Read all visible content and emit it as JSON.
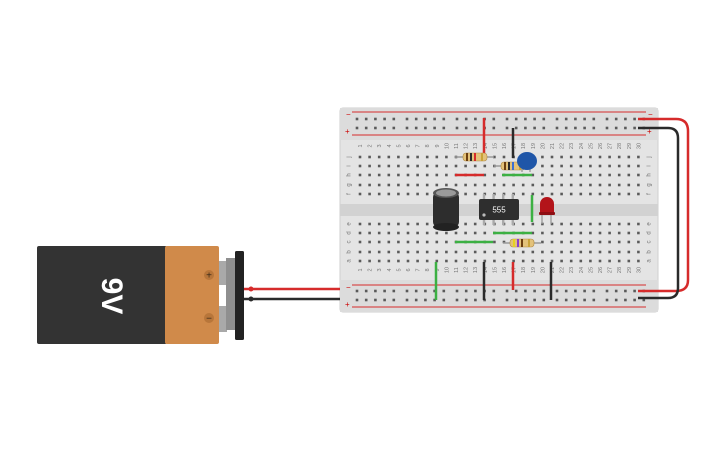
{
  "battery": {
    "label": "9V",
    "plus": "+",
    "minus": "−"
  },
  "breadboard": {
    "rail_plus": "+",
    "rail_minus": "−",
    "columns": [
      "1",
      "2",
      "3",
      "4",
      "5",
      "6",
      "7",
      "8",
      "9",
      "10",
      "11",
      "12",
      "13",
      "14",
      "15",
      "16",
      "17",
      "18",
      "19",
      "20",
      "21",
      "22",
      "23",
      "24",
      "25",
      "26",
      "27",
      "28",
      "29",
      "30"
    ],
    "rows_top": [
      "j",
      "i",
      "h",
      "g",
      "f"
    ],
    "rows_bottom": [
      "e",
      "d",
      "c",
      "b",
      "a"
    ]
  },
  "ic": {
    "label": "555"
  },
  "colors": {
    "wire_red": "#d62b2b",
    "wire_black": "#2a2a2a",
    "wire_green": "#3cb043",
    "battery_body": "#333333",
    "battery_cap": "#d08a4a",
    "board": "#e6e6e6",
    "led": "#b3141a",
    "ceramic_cap": "#1f56a8"
  }
}
